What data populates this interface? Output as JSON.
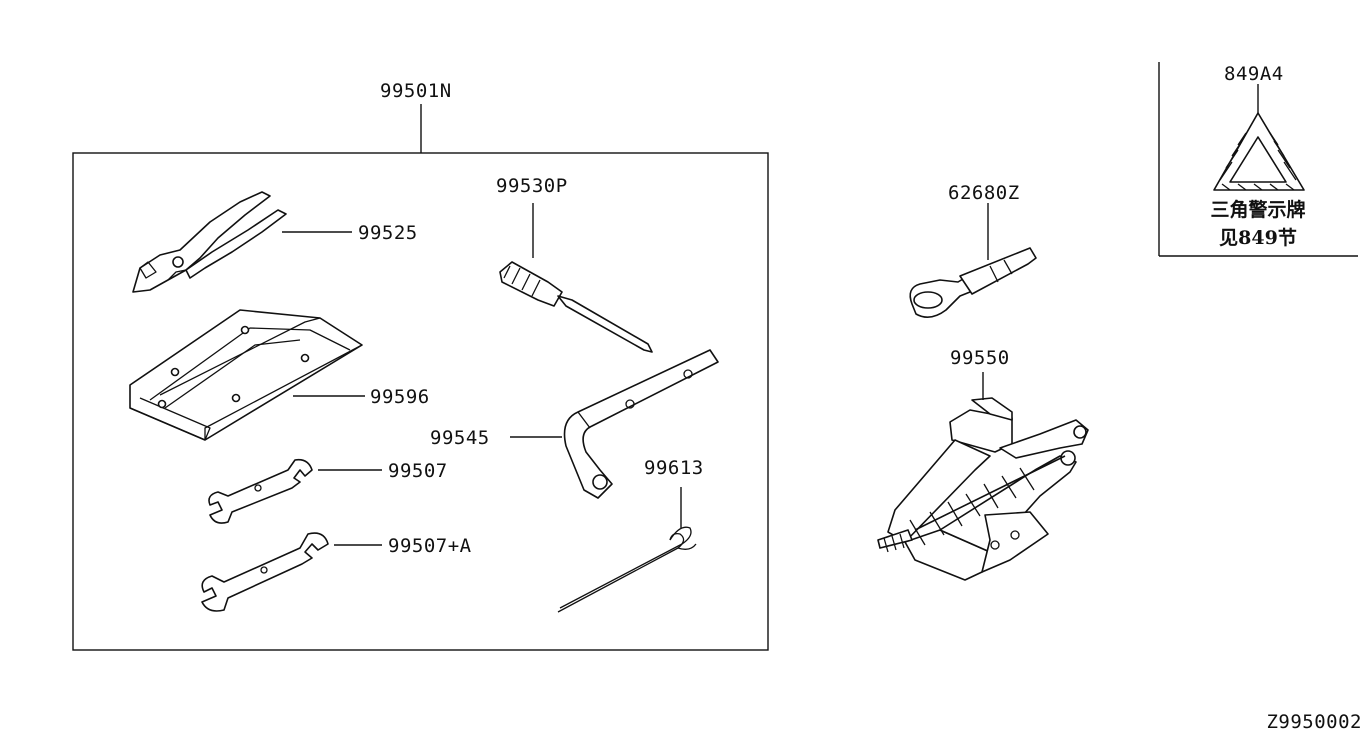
{
  "diagram_id": "Z9950002",
  "kit": {
    "part_no": "99501N"
  },
  "parts": {
    "pliers": "99525",
    "tool_bag": "99596",
    "wrench_1": "99507",
    "wrench_2": "99507+A",
    "screwdriver": "99530P",
    "jack_handle": "99545",
    "hook_rod": "99613",
    "tow_hook": "62680Z",
    "jack": "99550"
  },
  "warning_triangle": {
    "part_no": "849A4",
    "caption_line1": "三角警示牌",
    "caption_line2": "见849节"
  }
}
